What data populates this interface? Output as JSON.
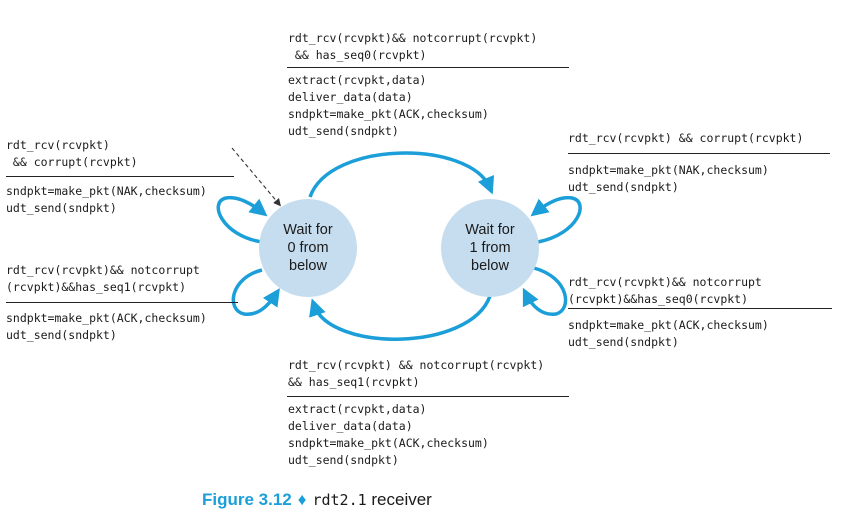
{
  "states": [
    {
      "id": "wait0",
      "lines": [
        "Wait for",
        "0 from",
        "below"
      ]
    },
    {
      "id": "wait1",
      "lines": [
        "Wait for",
        "1 from",
        "below"
      ]
    }
  ],
  "transitions": {
    "top": {
      "event": "rdt_rcv(rcvpkt)&& notcorrupt(rcvpkt)\n && has_seq0(rcvpkt)",
      "actions": "extract(rcvpkt,data)\ndeliver_data(data)\nsndpkt=make_pkt(ACK,checksum)\nudt_send(sndpkt)"
    },
    "left_upper": {
      "event": "rdt_rcv(rcvpkt)\n && corrupt(rcvpkt)",
      "actions": "sndpkt=make_pkt(NAK,checksum)\nudt_send(sndpkt)"
    },
    "left_lower": {
      "event": "rdt_rcv(rcvpkt)&& notcorrupt\n(rcvpkt)&&has_seq1(rcvpkt)",
      "actions": "sndpkt=make_pkt(ACK,checksum)\nudt_send(sndpkt)"
    },
    "right_upper": {
      "event": "rdt_rcv(rcvpkt) && corrupt(rcvpkt)",
      "actions": "sndpkt=make_pkt(NAK,checksum)\nudt_send(sndpkt)"
    },
    "right_lower": {
      "event": "rdt_rcv(rcvpkt)&& notcorrupt\n(rcvpkt)&&has_seq0(rcvpkt)",
      "actions": "sndpkt=make_pkt(ACK,checksum)\nudt_send(sndpkt)"
    },
    "bottom": {
      "event": "rdt_rcv(rcvpkt) && notcorrupt(rcvpkt)\n&& has_seq1(rcvpkt)",
      "actions": "extract(rcvpkt,data)\ndeliver_data(data)\nsndpkt=make_pkt(ACK,checksum)\nudt_send(sndpkt)"
    }
  },
  "caption": {
    "figure": "Figure 3.12",
    "separator": "♦",
    "code": "rdt2.1",
    "text": "receiver"
  },
  "colors": {
    "arrow": "#1c9fd8",
    "state_fill": "#c5ddef",
    "initial_arrow": "#333333"
  }
}
